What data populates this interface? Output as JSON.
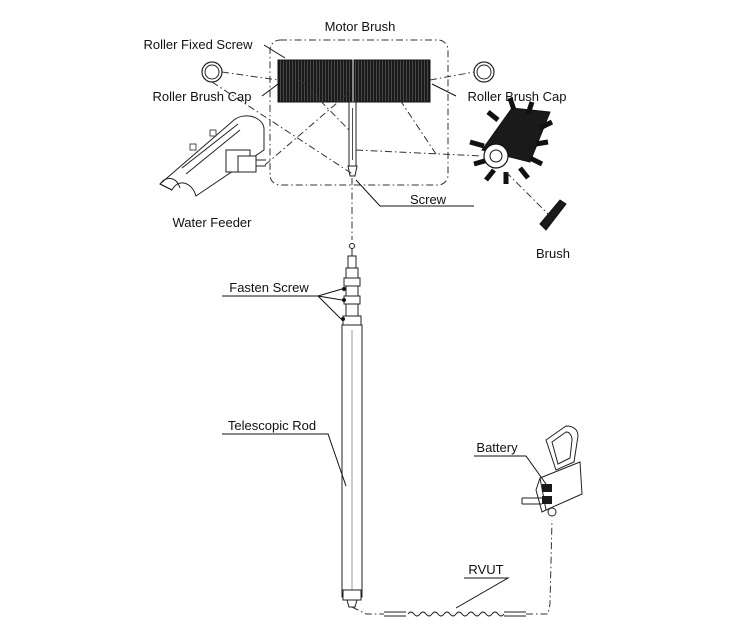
{
  "labels": {
    "motor_brush": "Motor Brush",
    "roller_fixed_screw": "Roller Fixed Screw",
    "roller_brush_cap_left": "Roller Brush Cap",
    "roller_brush_cap_right": "Roller Brush Cap",
    "water_feeder": "Water Feeder",
    "screw": "Screw",
    "brush": "Brush",
    "fasten_screw": "Fasten Screw",
    "telescopic_rod": "Telescopic Rod",
    "battery": "Battery",
    "rvut": "RVUT"
  },
  "colors": {
    "line": "#222222",
    "brush_fill": "#1a1a1a",
    "background": "#ffffff"
  }
}
